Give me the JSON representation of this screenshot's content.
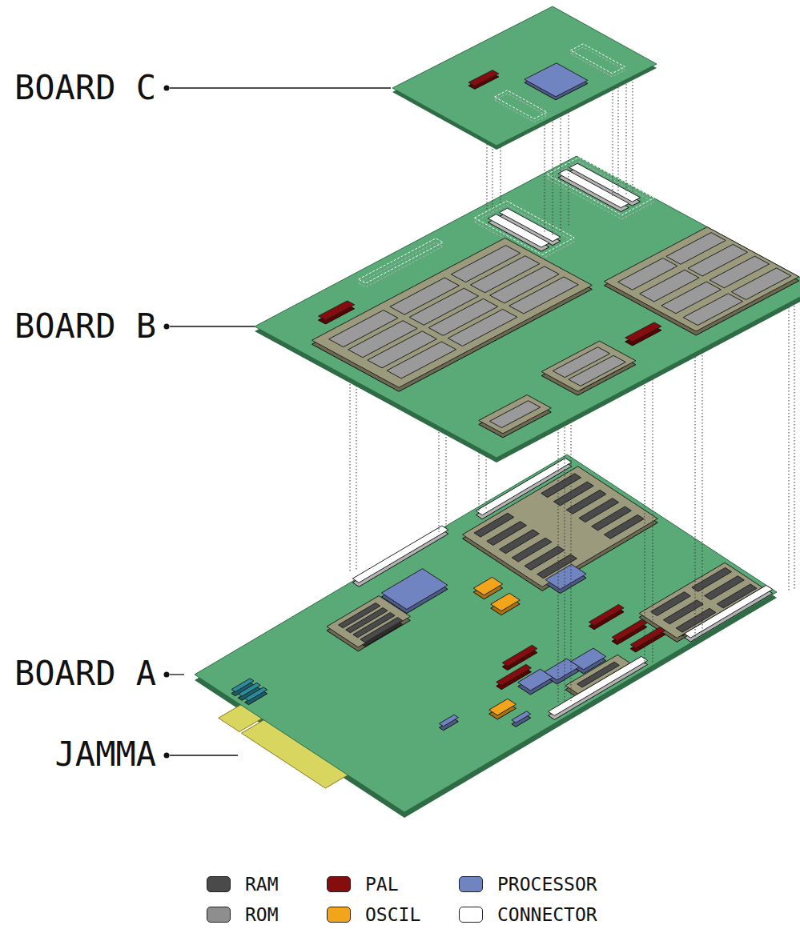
{
  "diagram": {
    "labels": [
      "BOARD C",
      "BOARD B",
      "BOARD A",
      "JAMMA"
    ],
    "legend": [
      {
        "text": "RAM",
        "color": "#4a4a4a"
      },
      {
        "text": "ROM",
        "color": "#8e8e8e"
      },
      {
        "text": "PAL",
        "color": "#860d0d"
      },
      {
        "text": "OSCIL",
        "color": "#f2a51a"
      },
      {
        "text": "PROCESSOR",
        "color": "#7084c2"
      },
      {
        "text": "CONNECTOR",
        "color": "#ffffff"
      }
    ]
  }
}
